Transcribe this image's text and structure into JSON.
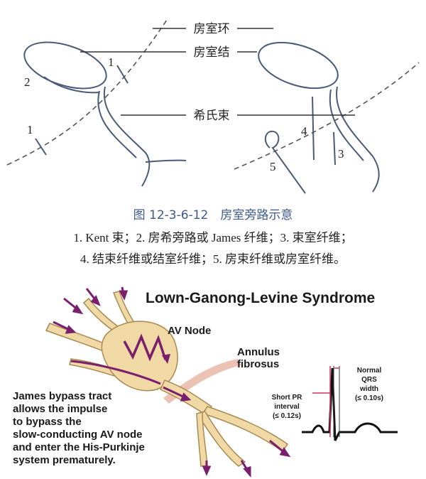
{
  "top_diagram": {
    "labels": {
      "ring": "房室环",
      "node": "房室结",
      "bundle": "希氏束"
    },
    "markers": {
      "left_1_upper": "1",
      "left_2": "2",
      "left_1_lower": "1",
      "right_4": "4",
      "right_3": "3",
      "right_5": "5"
    }
  },
  "caption": {
    "title": "图 12-3-6-12　房室旁路示意",
    "line1": "1. Kent 束；2. 房希旁路或 James 纤维；3. 束室纤维；",
    "line2": "4. 结束纤维或结室纤维；5. 房束纤维或房室纤维。"
  },
  "lgl": {
    "title": "Lown-Ganong-Levine Syndrome",
    "av_node": "AV Node",
    "annulus_1": "Annulus",
    "annulus_2": "fibrosus",
    "james_lines": [
      "James bypass tract",
      "allows the impulse",
      "to bypass the",
      "slow-conducting AV node",
      "and enter the His-Purkinje",
      "system prematurely."
    ],
    "short_pr_lines": [
      "Short PR",
      "interval",
      "(≤ 0.12s)"
    ],
    "normal_qrs_lines": [
      "Normal",
      "QRS",
      "width",
      "(≤ 0.10s)"
    ],
    "colors": {
      "tissue": "#f0d9a4",
      "tissue_outline": "#a88a52",
      "arrow": "#7a1f6e",
      "annulus": "#e7b3a2"
    }
  }
}
